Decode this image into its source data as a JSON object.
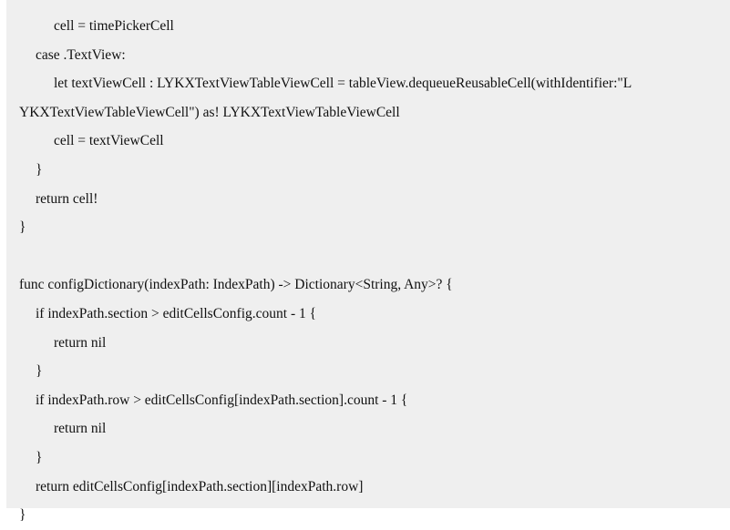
{
  "code": {
    "lines": [
      "cell = timePickerCell",
      "case .TextView:",
      "let textViewCell : LYKXTextViewTableViewCell = tableView.dequeueReusableCell(withIdentifier:\"L",
      "YKXTextViewTableViewCell\") as! LYKXTextViewTableViewCell",
      "cell = textViewCell",
      "}",
      "return cell!",
      "}",
      "",
      "func configDictionary(indexPath: IndexPath) -> Dictionary<String, Any>? {",
      "if indexPath.section > editCellsConfig.count - 1 {",
      "return nil",
      "}",
      "if indexPath.row > editCellsConfig[indexPath.section].count - 1 {",
      "return nil",
      "}",
      "return editCellsConfig[indexPath.section][indexPath.row]",
      "}"
    ]
  }
}
